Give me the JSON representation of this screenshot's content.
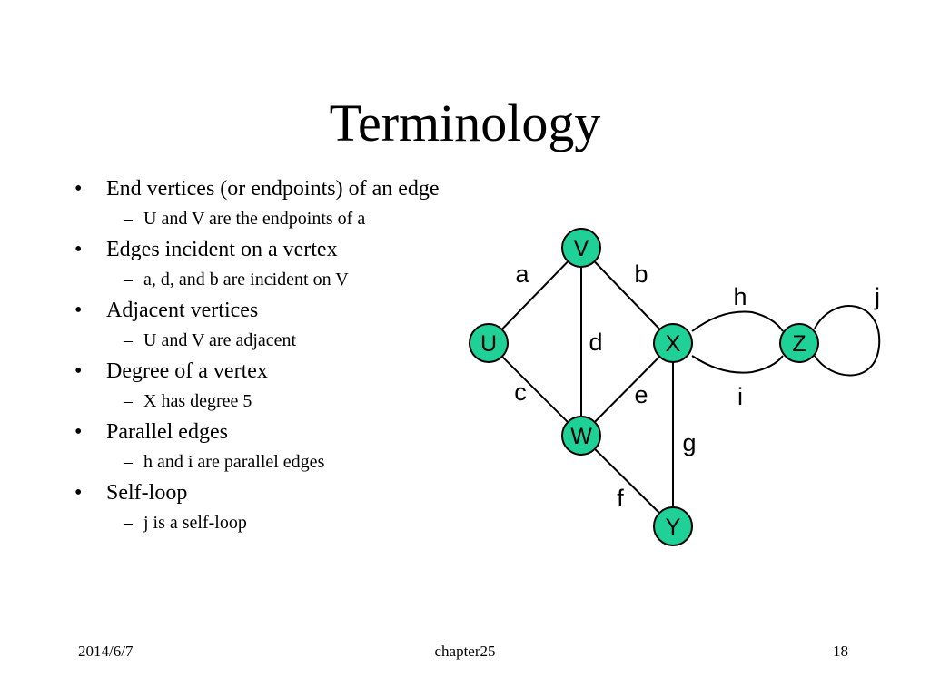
{
  "slide": {
    "title": "Terminology",
    "bullets": [
      {
        "text": "End vertices (or endpoints) of an edge",
        "sub": "U and V are the endpoints of a"
      },
      {
        "text": "Edges incident on a vertex",
        "sub": "a, d, and b are incident on V"
      },
      {
        "text": "Adjacent vertices",
        "sub": "U and V are adjacent"
      },
      {
        "text": "Degree of a vertex",
        "sub": "X has degree 5"
      },
      {
        "text": "Parallel edges",
        "sub": "h and i are parallel edges"
      },
      {
        "text": "Self-loop",
        "sub": "j is a self-loop"
      }
    ]
  },
  "graph": {
    "node_color": "#1fd196",
    "vertices": [
      {
        "id": "V",
        "label": "V"
      },
      {
        "id": "U",
        "label": "U"
      },
      {
        "id": "X",
        "label": "X"
      },
      {
        "id": "Z",
        "label": "Z"
      },
      {
        "id": "W",
        "label": "W"
      },
      {
        "id": "Y",
        "label": "Y"
      }
    ],
    "edges": [
      {
        "id": "a",
        "label": "a",
        "from": "U",
        "to": "V"
      },
      {
        "id": "b",
        "label": "b",
        "from": "V",
        "to": "X"
      },
      {
        "id": "c",
        "label": "c",
        "from": "U",
        "to": "W"
      },
      {
        "id": "d",
        "label": "d",
        "from": "V",
        "to": "W"
      },
      {
        "id": "e",
        "label": "e",
        "from": "W",
        "to": "X"
      },
      {
        "id": "f",
        "label": "f",
        "from": "W",
        "to": "Y"
      },
      {
        "id": "g",
        "label": "g",
        "from": "X",
        "to": "Y"
      },
      {
        "id": "h",
        "label": "h",
        "from": "X",
        "to": "Z"
      },
      {
        "id": "i",
        "label": "i",
        "from": "X",
        "to": "Z"
      },
      {
        "id": "j",
        "label": "j",
        "from": "Z",
        "to": "Z"
      }
    ]
  },
  "footer": {
    "date": "2014/6/7",
    "center": "chapter25",
    "page": "18"
  }
}
